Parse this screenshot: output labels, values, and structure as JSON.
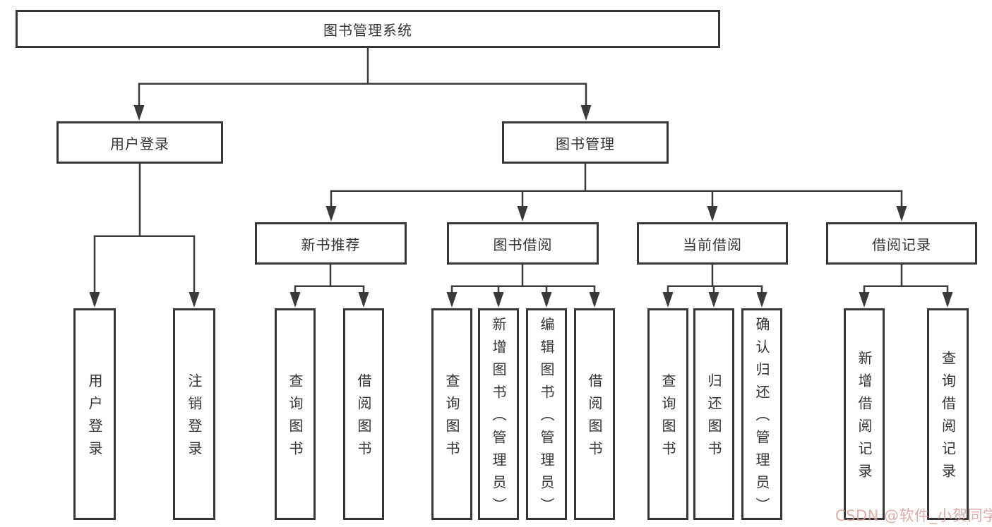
{
  "tree": {
    "root": {
      "label": "图书管理系统"
    },
    "branches": [
      {
        "label": "用户登录",
        "children": [
          {
            "label": "用户登录"
          },
          {
            "label": "注销登录"
          }
        ]
      },
      {
        "label": "图书管理",
        "children": [
          {
            "label": "新书推荐",
            "children": [
              {
                "label": "查询图书"
              },
              {
                "label": "借阅图书"
              }
            ]
          },
          {
            "label": "图书借阅",
            "children": [
              {
                "label": "查询图书"
              },
              {
                "label": "新增图书（管理员）"
              },
              {
                "label": "编辑图书（管理员）"
              },
              {
                "label": "借阅图书"
              }
            ]
          },
          {
            "label": "当前借阅",
            "children": [
              {
                "label": "查询图书"
              },
              {
                "label": "归还图书"
              },
              {
                "label": "确认归还（管理员）"
              }
            ]
          },
          {
            "label": "借阅记录",
            "children": [
              {
                "label": "新增借阅记录"
              },
              {
                "label": "查询借阅记录"
              }
            ]
          }
        ]
      }
    ]
  },
  "watermark": {
    "text": "CSDN @软件_小贺同学",
    "color": "#d89f9a"
  },
  "colors": {
    "line": "#3a3a3a",
    "box_border": "#363636",
    "text": "#333333",
    "background": "#ffffff"
  }
}
